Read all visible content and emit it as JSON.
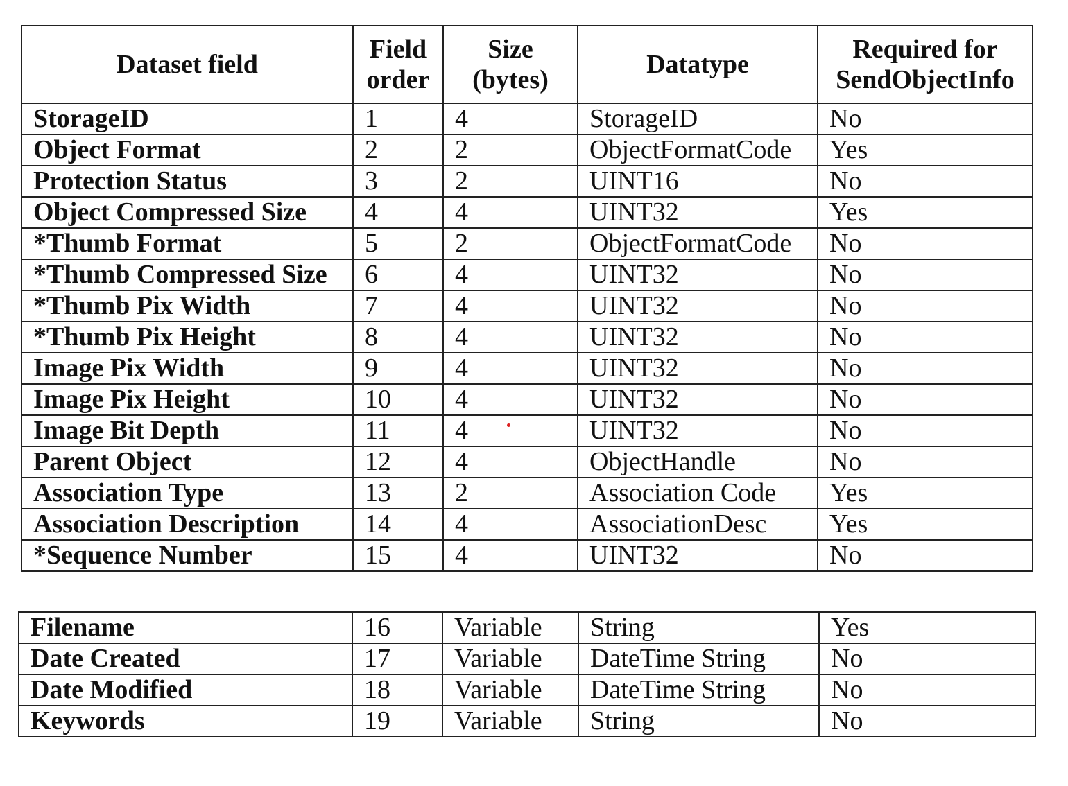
{
  "headers": [
    "Dataset field",
    "Field order",
    "Size (bytes)",
    "Datatype",
    "Required for SendObjectInfo"
  ],
  "table1_rows": [
    [
      "StorageID",
      "1",
      "4",
      "StorageID",
      "No"
    ],
    [
      "Object Format",
      "2",
      "2",
      "ObjectFormatCode",
      "Yes"
    ],
    [
      "Protection Status",
      "3",
      "2",
      "UINT16",
      "No"
    ],
    [
      "Object Compressed Size",
      "4",
      "4",
      "UINT32",
      "Yes"
    ],
    [
      "*Thumb Format",
      "5",
      "2",
      "ObjectFormatCode",
      "No"
    ],
    [
      "*Thumb Compressed Size",
      "6",
      "4",
      "UINT32",
      "No"
    ],
    [
      "*Thumb Pix Width",
      "7",
      "4",
      "UINT32",
      "No"
    ],
    [
      "*Thumb Pix Height",
      "8",
      "4",
      "UINT32",
      "No"
    ],
    [
      "Image Pix Width",
      "9",
      "4",
      "UINT32",
      "No"
    ],
    [
      "Image Pix Height",
      "10",
      "4",
      "UINT32",
      "No"
    ],
    [
      "Image Bit Depth",
      "11",
      "4",
      "UINT32",
      "No"
    ],
    [
      "Parent Object",
      "12",
      "4",
      "ObjectHandle",
      "No"
    ],
    [
      "Association Type",
      "13",
      "2",
      "Association Code",
      "Yes"
    ],
    [
      "Association Description",
      "14",
      "4",
      "AssociationDesc",
      "Yes"
    ],
    [
      "*Sequence Number",
      "15",
      "4",
      "UINT32",
      "No"
    ]
  ],
  "table2_rows": [
    [
      "Filename",
      "16",
      "Variable",
      "String",
      "Yes"
    ],
    [
      "Date Created",
      "17",
      "Variable",
      "DateTime String",
      "No"
    ],
    [
      "Date Modified",
      "18",
      "Variable",
      "DateTime String",
      "No"
    ],
    [
      "Keywords",
      "19",
      "Variable",
      "String",
      "No"
    ]
  ]
}
